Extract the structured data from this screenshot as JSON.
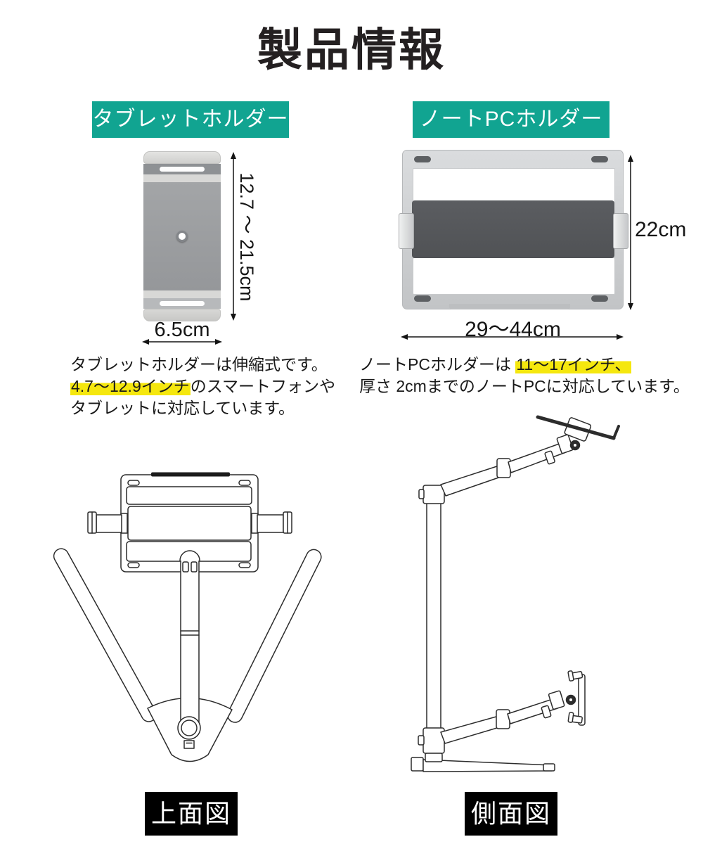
{
  "page": {
    "title": "製品情報"
  },
  "colors": {
    "accent_teal": "#11a491",
    "highlight_yellow": "#f5e70e",
    "figure_label_bg": "#000000",
    "holder_bar_gray": "#54565a"
  },
  "icons": {
    "vertical_dimension_arrow": "double-headed-arrow-vertical",
    "horizontal_dimension_arrow": "double-headed-arrow-horizontal"
  },
  "tablet_section": {
    "header": "タブレットホルダー",
    "dim_height": "12.7 ～ 21.5cm",
    "dim_width": "6.5cm",
    "desc_line1": "タブレットホルダーは伸縮式です。",
    "desc_line2_highlight": "4.7～12.9インチ",
    "desc_line2_rest": "のスマートフォンや",
    "desc_line3": "タブレットに対応しています。"
  },
  "notepc_section": {
    "header": "ノートPCホルダー",
    "dim_height": "22cm",
    "dim_width": "29～44cm",
    "desc_line1_pre": "ノートPCホルダーは ",
    "desc_line1_highlight": "11～17インチ、",
    "desc_line2": "厚さ 2cmまでのノートPCに対応しています。"
  },
  "figures": {
    "top_view_label": "上面図",
    "side_view_label": "側面図"
  }
}
